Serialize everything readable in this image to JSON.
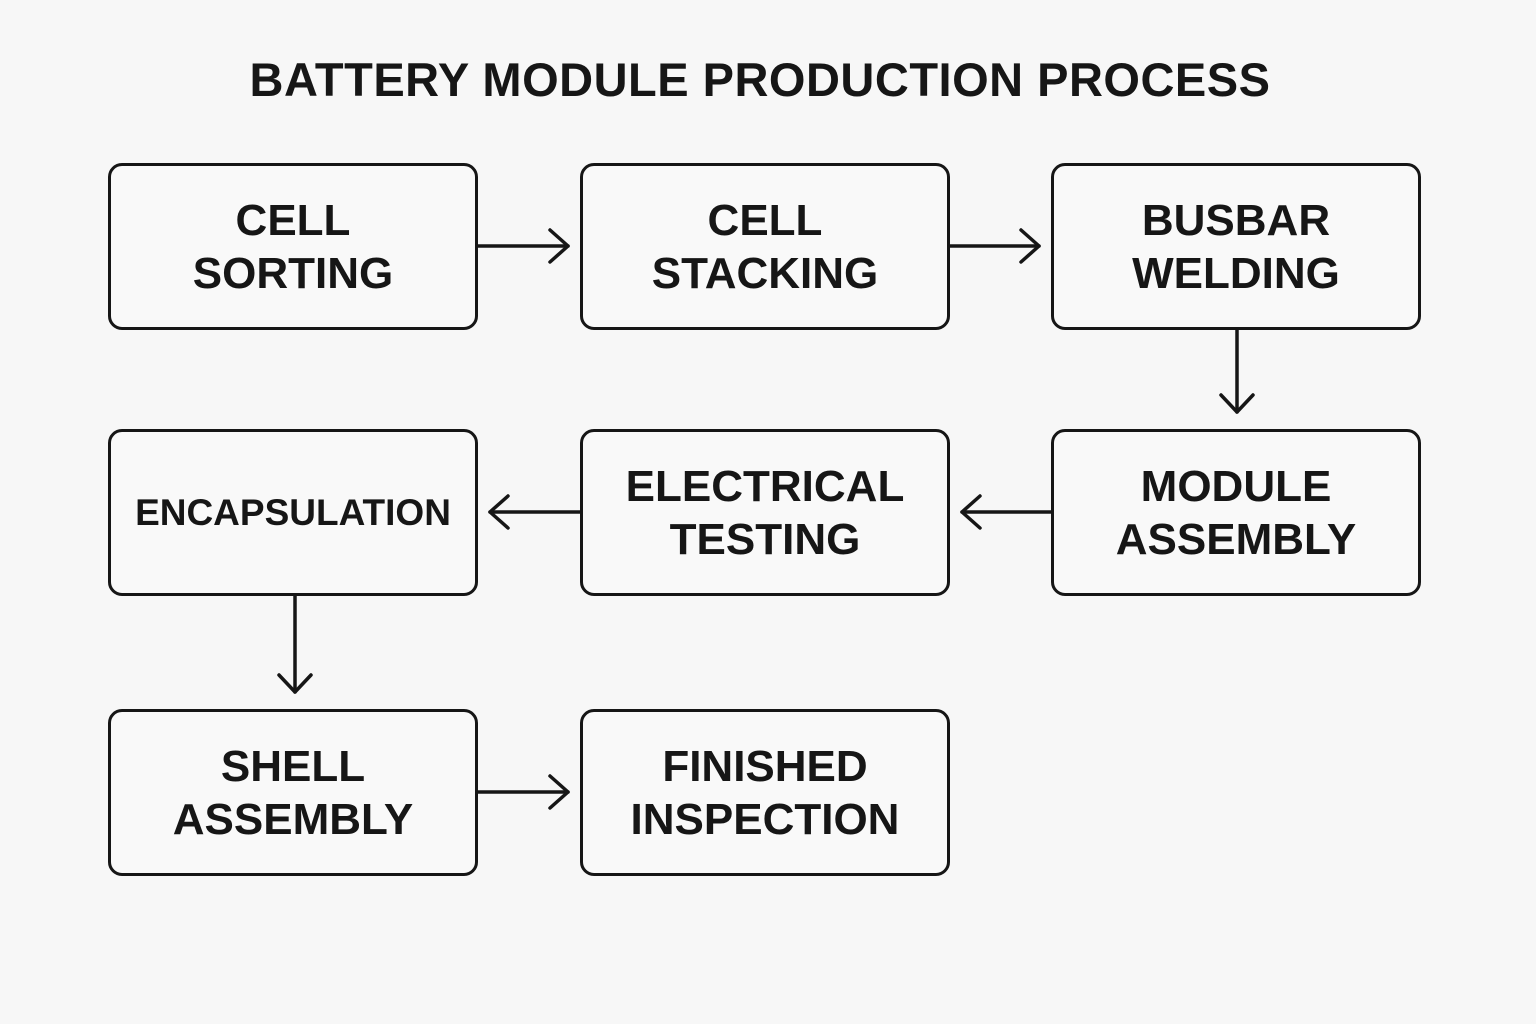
{
  "title": "BATTERY MODULE PRODUCTION PROCESS",
  "steps": [
    {
      "id": "cell-sorting",
      "label": "CELL\nSORTING"
    },
    {
      "id": "cell-stacking",
      "label": "CELL\nSTACKING"
    },
    {
      "id": "busbar-welding",
      "label": "BUSBAR\nWELDING"
    },
    {
      "id": "module-assembly",
      "label": "MODULE\nASSEMBLY"
    },
    {
      "id": "electrical-testing",
      "label": "ELECTRICAL\nTESTING"
    },
    {
      "id": "encapsulation",
      "label": "ENCAPSULATION"
    },
    {
      "id": "shell-assembly",
      "label": "SHELL\nASSEMBLY"
    },
    {
      "id": "finished-inspection",
      "label": "FINISHED\nINSPECTION"
    }
  ],
  "flow": [
    {
      "from": "cell-sorting",
      "to": "cell-stacking",
      "direction": "right"
    },
    {
      "from": "cell-stacking",
      "to": "busbar-welding",
      "direction": "right"
    },
    {
      "from": "busbar-welding",
      "to": "module-assembly",
      "direction": "down"
    },
    {
      "from": "module-assembly",
      "to": "electrical-testing",
      "direction": "left"
    },
    {
      "from": "electrical-testing",
      "to": "encapsulation",
      "direction": "left"
    },
    {
      "from": "encapsulation",
      "to": "shell-assembly",
      "direction": "down"
    },
    {
      "from": "shell-assembly",
      "to": "finished-inspection",
      "direction": "right"
    }
  ]
}
